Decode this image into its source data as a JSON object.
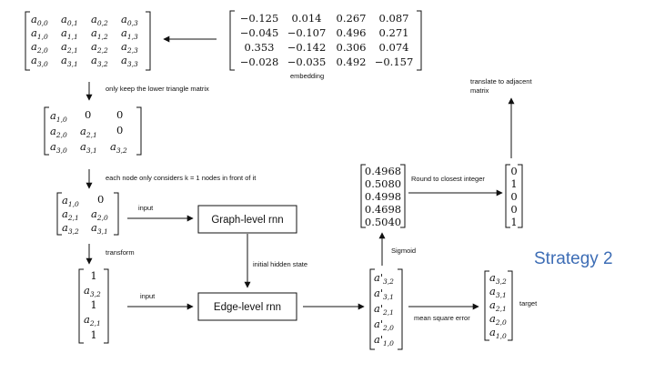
{
  "labels": {
    "embedding": "embedding",
    "lower_triangle": "only keep the lower triangle matrix",
    "k_nodes": "each  node only considers k = 1 nodes in front of it",
    "input_top": "input",
    "transform": "transform",
    "input_bottom": "input",
    "initial_hidden": "initial hidden state",
    "sigmoid": "Sigmoid",
    "round": "Round to closest integer",
    "translate": "translate to adjacent matrix",
    "mse": "mean square error",
    "target": "target",
    "strategy": "Strategy 2",
    "graph_rnn": "Graph-level rnn",
    "edge_rnn": "Edge-level rnn"
  },
  "embedding_matrix": [
    [
      "−0.125",
      "0.014",
      "0.267",
      "0.087"
    ],
    [
      "−0.045",
      "−0.107",
      "0.496",
      "0.271"
    ],
    [
      "0.353",
      "−0.142",
      "0.306",
      "0.074"
    ],
    [
      "−0.028",
      "−0.035",
      "0.492",
      "−0.157"
    ]
  ],
  "sigmoid_values": [
    "0.4968",
    "0.5080",
    "0.4998",
    "0.4698",
    "0.5040"
  ],
  "rounded_values": [
    "0",
    "1",
    "0",
    "0",
    "1"
  ],
  "transform_vector": [
    "1",
    "a3,2",
    "1",
    "a2,1",
    "1"
  ],
  "adjacency_symbol": "a",
  "prime_symbol": "a'",
  "zero": "0"
}
